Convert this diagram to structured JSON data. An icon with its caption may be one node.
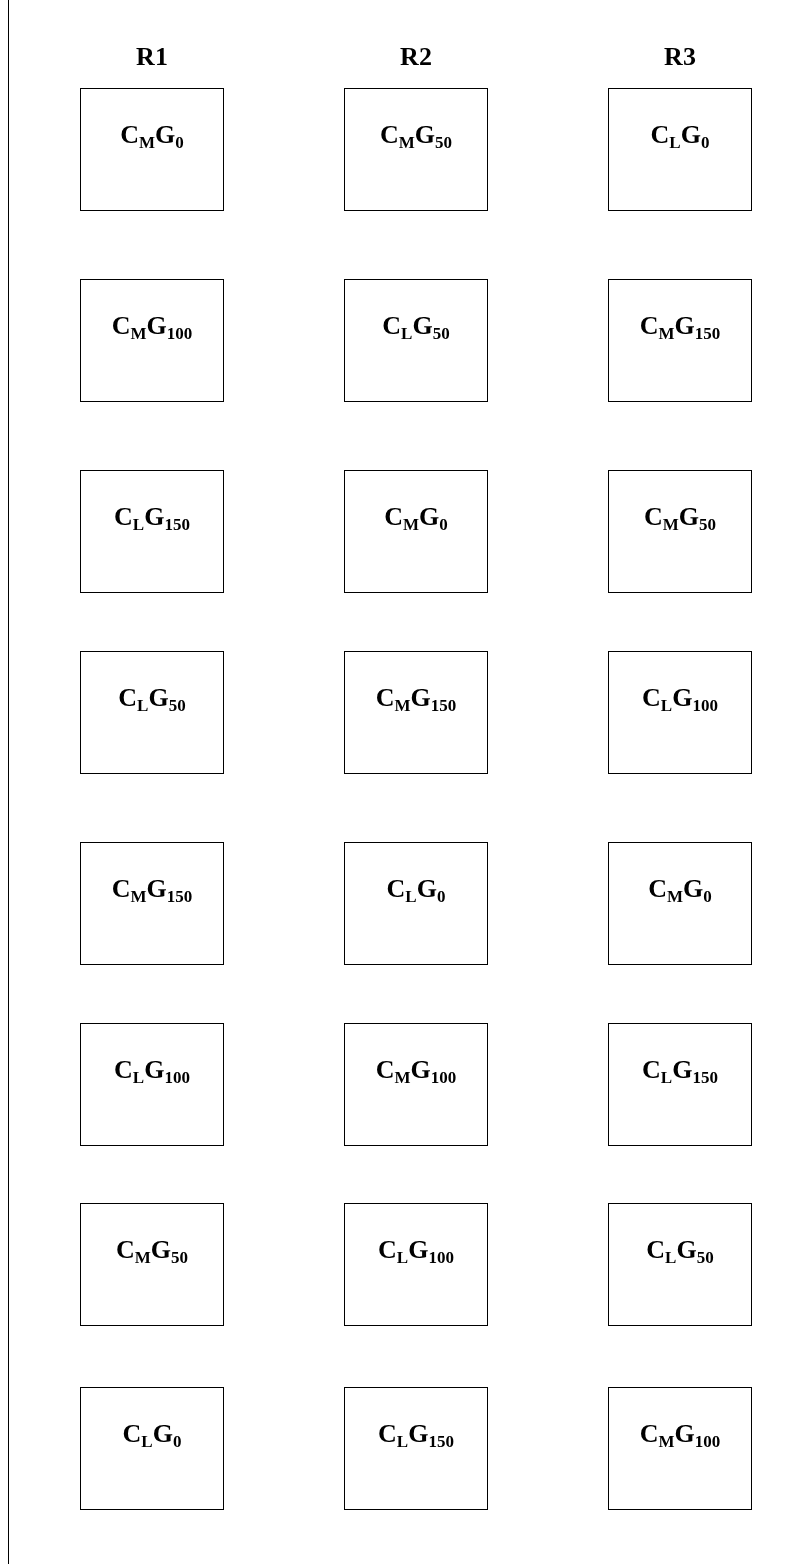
{
  "diagram": {
    "nodes": [
      {
        "text": [
          "C$_{M}$G$_{0}$"
        ]
      },
      {
        "text": [
          "C$_{M}$G$_{50}$"
        ]
      },
      {
        "text": [
          "C$_{L}$G$_{0}$"
        ]
      },
      {
        "text": [
          "C$_{M}$G$_{100}$"
        ]
      },
      {
        "text": [
          "C$_{L}$G$_{50}$"
        ]
      },
      {
        "text": [
          "C$_{M}$G$_{150}$"
        ]
      },
      {
        "text": [
          "C$_{L}$G$_{150}$"
        ]
      },
      {
        "text": [
          "C$_{M}$G$_{0}$"
        ]
      },
      {
        "text": [
          "C$_{M}$G$_{50}$"
        ]
      },
      {
        "text": [
          "C$_{L}$G$_{50}$"
        ]
      },
      {
        "text": [
          "C$_{M}$G$_{150}$"
        ]
      },
      {
        "text": [
          "C$_{L}$G$_{100}$"
        ]
      },
      {
        "text": [
          "C$_{M}$G$_{150}$"
        ]
      },
      {
        "text": [
          "C$_{L}$G$_{0}$"
        ]
      },
      {
        "text": [
          "C$_{M}$G$_{0}$"
        ]
      },
      {
        "text": [
          "C$_{L}$G$_{100}$"
        ]
      },
      {
        "text": [
          "C$_{M}$G$_{100}$"
        ]
      },
      {
        "text": [
          "C$_{L}$G$_{150}$"
        ]
      },
      {
        "text": [
          "C$_{M}$G$_{50}$"
        ]
      },
      {
        "text": [
          "C$_{L}$G$_{100}$"
        ]
      },
      {
        "text": [
          "C$_{L}$G$_{50}$"
        ]
      },
      {
        "text": [
          "C$_{L}$G$_{0}$"
        ]
      },
      {
        "text": [
          "C$_{L}$G$_{150}$"
        ]
      },
      {
        "text": [
          "C$_{M}$G$_{100}$"
        ]
      }
    ],
    "edges": [],
    "labels": [
      "R1",
      "R2",
      "R3"
    ]
  }
}
